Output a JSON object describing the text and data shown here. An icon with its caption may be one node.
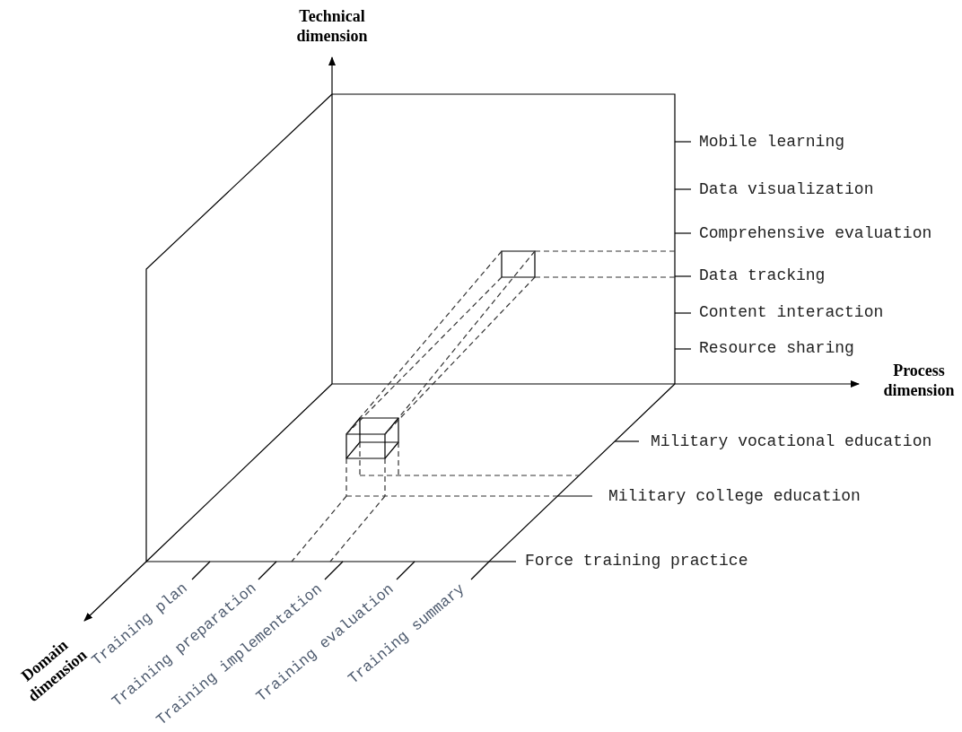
{
  "diagram": {
    "labels": [
      "Technical dimension",
      "Mobile learning",
      "Data visualization",
      "Comprehensive evaluation",
      "Data tracking",
      "Content interaction",
      "Resource sharing",
      "Process dimension",
      "Military vocational education",
      "Military college education",
      "Force training practice",
      "Domain dimension",
      "Training plan",
      "Training preparation",
      "Training implementation",
      "Training evaluation",
      "Training summary"
    ]
  }
}
